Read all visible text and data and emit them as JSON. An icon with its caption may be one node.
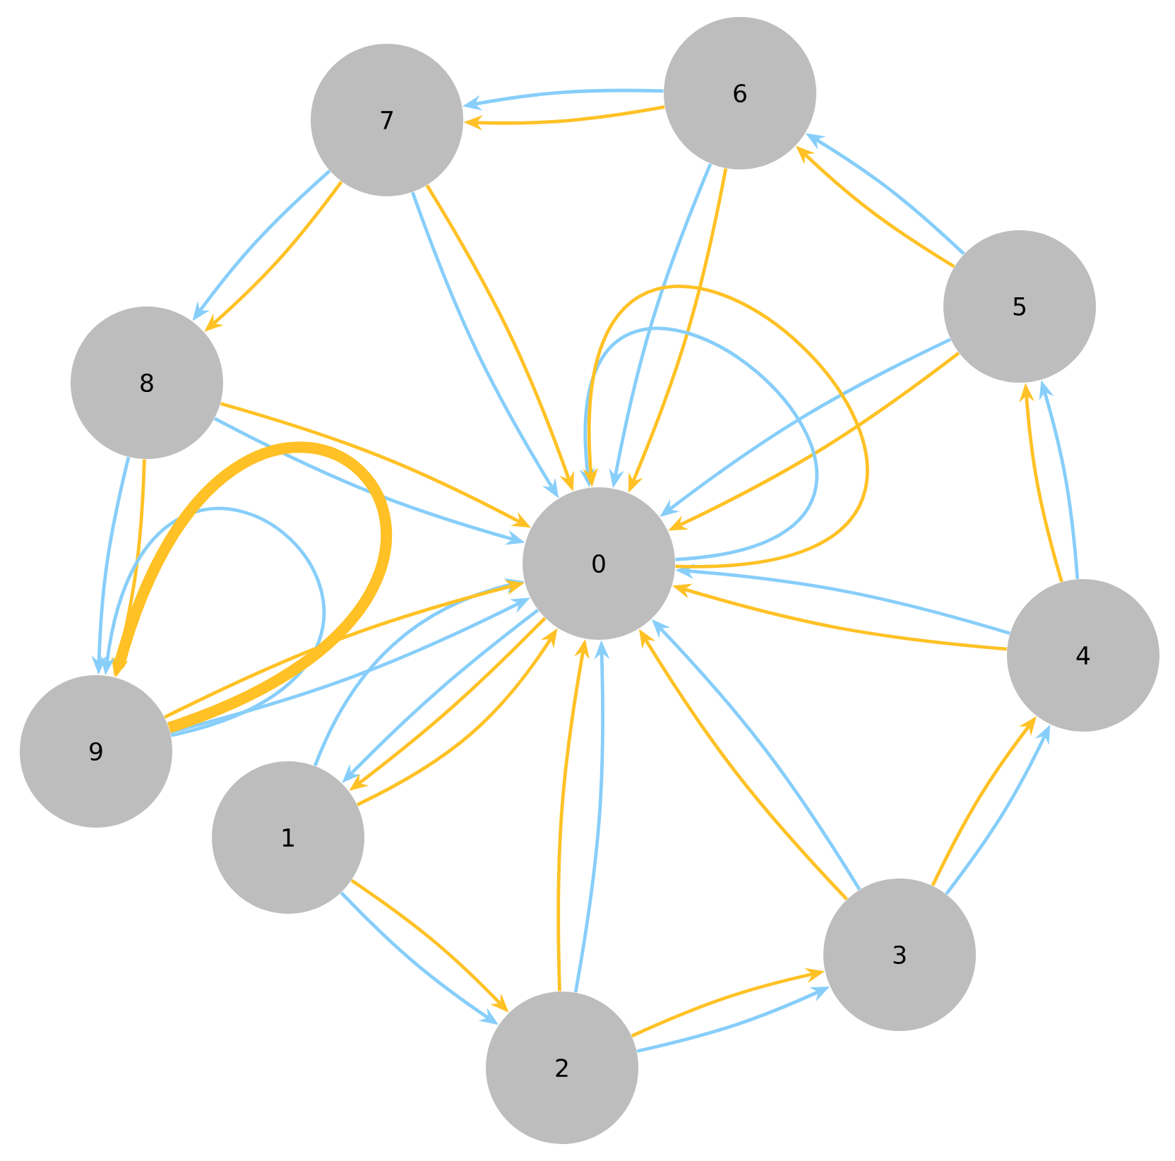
{
  "diagram": {
    "nodes": [
      {
        "text": [
          "0"
        ]
      },
      {
        "text": [
          "1"
        ]
      },
      {
        "text": [
          "2"
        ]
      },
      {
        "text": [
          "3"
        ]
      },
      {
        "text": [
          "4"
        ]
      },
      {
        "text": [
          "5"
        ]
      },
      {
        "text": [
          "6"
        ]
      },
      {
        "text": [
          "7"
        ]
      },
      {
        "text": [
          "8"
        ]
      },
      {
        "text": [
          "9"
        ]
      }
    ],
    "edges": [
      {
        "from": 1,
        "to": 2,
        "arrow": "to",
        "color": "#87cefa"
      },
      {
        "from": 1,
        "to": 2,
        "arrow": "to",
        "color": "#ffc125"
      },
      {
        "from": 2,
        "to": 3,
        "arrow": "to",
        "color": "#87cefa"
      },
      {
        "from": 2,
        "to": 3,
        "arrow": "to",
        "color": "#ffc125"
      },
      {
        "from": 3,
        "to": 4,
        "arrow": "to",
        "color": "#87cefa"
      },
      {
        "from": 3,
        "to": 4,
        "arrow": "to",
        "color": "#ffc125"
      },
      {
        "from": 4,
        "to": 5,
        "arrow": "to",
        "color": "#87cefa"
      },
      {
        "from": 4,
        "to": 5,
        "arrow": "to",
        "color": "#ffc125"
      },
      {
        "from": 5,
        "to": 6,
        "arrow": "to",
        "color": "#87cefa"
      },
      {
        "from": 5,
        "to": 6,
        "arrow": "to",
        "color": "#ffc125"
      },
      {
        "from": 6,
        "to": 7,
        "arrow": "to",
        "color": "#87cefa"
      },
      {
        "from": 6,
        "to": 7,
        "arrow": "to",
        "color": "#ffc125"
      },
      {
        "from": 7,
        "to": 8,
        "arrow": "to",
        "color": "#87cefa"
      },
      {
        "from": 7,
        "to": 8,
        "arrow": "to",
        "color": "#ffc125"
      },
      {
        "from": 8,
        "to": 9,
        "arrow": "to",
        "color": "#87cefa"
      },
      {
        "from": 8,
        "to": 9,
        "arrow": "to",
        "color": "#ffc125"
      },
      {
        "from": 1,
        "to": 0,
        "arrow": "to",
        "color": "#87cefa"
      },
      {
        "from": 1,
        "to": 0,
        "arrow": "to",
        "color": "#ffc125"
      },
      {
        "from": 2,
        "to": 0,
        "arrow": "to",
        "color": "#87cefa"
      },
      {
        "from": 2,
        "to": 0,
        "arrow": "to",
        "color": "#ffc125"
      },
      {
        "from": 3,
        "to": 0,
        "arrow": "to",
        "color": "#87cefa"
      },
      {
        "from": 3,
        "to": 0,
        "arrow": "to",
        "color": "#ffc125"
      },
      {
        "from": 4,
        "to": 0,
        "arrow": "to",
        "color": "#87cefa"
      },
      {
        "from": 4,
        "to": 0,
        "arrow": "to",
        "color": "#ffc125"
      },
      {
        "from": 5,
        "to": 0,
        "arrow": "to",
        "color": "#87cefa"
      },
      {
        "from": 5,
        "to": 0,
        "arrow": "to",
        "color": "#ffc125"
      },
      {
        "from": 6,
        "to": 0,
        "arrow": "to",
        "color": "#87cefa"
      },
      {
        "from": 6,
        "to": 0,
        "arrow": "to",
        "color": "#ffc125"
      },
      {
        "from": 7,
        "to": 0,
        "arrow": "to",
        "color": "#87cefa"
      },
      {
        "from": 7,
        "to": 0,
        "arrow": "to",
        "color": "#ffc125"
      },
      {
        "from": 8,
        "to": 0,
        "arrow": "to",
        "color": "#87cefa"
      },
      {
        "from": 8,
        "to": 0,
        "arrow": "to",
        "color": "#ffc125"
      },
      {
        "from": 9,
        "to": 0,
        "arrow": "to",
        "color": "#87cefa"
      },
      {
        "from": 9,
        "to": 0,
        "arrow": "to",
        "color": "#ffc125"
      },
      {
        "from": 0,
        "to": 1,
        "arrow": "to",
        "color": "#87cefa"
      },
      {
        "from": 0,
        "to": 1,
        "arrow": "to",
        "color": "#ffc125"
      },
      {
        "from": 0,
        "to": 0,
        "arrow": "to",
        "color": "#87cefa"
      },
      {
        "from": 0,
        "to": 0,
        "arrow": "to",
        "color": "#ffc125"
      },
      {
        "from": 9,
        "to": 9,
        "arrow": "to",
        "color": "#87cefa"
      },
      {
        "from": 9,
        "to": 9,
        "arrow": "to",
        "color": "#ffc125",
        "style": "thick"
      }
    ]
  }
}
